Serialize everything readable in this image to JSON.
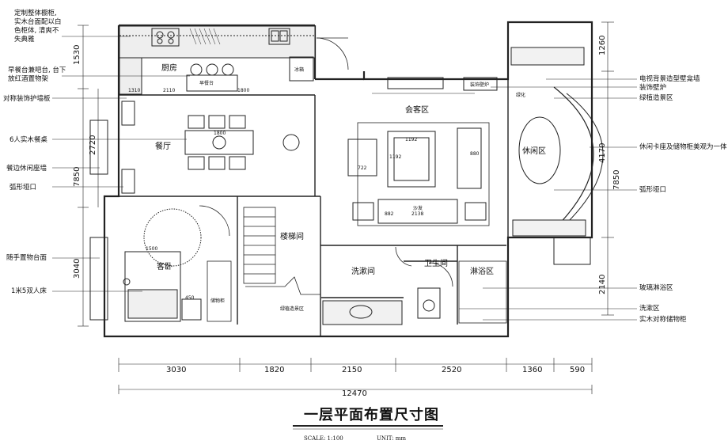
{
  "title": "一层平面布置尺寸图",
  "scale": {
    "scale_label": "SCALE: 1:100",
    "unit_label": "UNIT: mm"
  },
  "left_annotations": [
    "定制整体橱柜, 实木台面配以白色柜体, 清爽不失典雅",
    "早餐台兼吧台, 台下放红酒置物架",
    "对称装饰护墙板",
    "6人实木餐桌",
    "餐边休闲座墙",
    "弧形垭口",
    "随手置物台面",
    "1米5双人床"
  ],
  "right_annotations": [
    "电视背景造型壁龛墙",
    "装饰壁炉",
    "绿植造景区",
    "休闲卡座及储物柜美观为一体",
    "弧形垭口",
    "玻璃淋浴区",
    "洗漱区",
    "实木对称储物柜"
  ],
  "rooms": {
    "kitchen": "厨房",
    "dining": "餐厅",
    "living": "会客区",
    "leisure": "休闲区",
    "stairs": "楼梯间",
    "wash": "洗漱间",
    "bathroom": "卫生间",
    "shower": "淋浴区",
    "bedroom": "客卧"
  },
  "small_labels": {
    "fridge": "冰箱",
    "breakfast_bar": "早餐台",
    "fireplace": "装饰壁炉",
    "green": "绿化",
    "sofa": "沙发",
    "stair_storage": "储物柜",
    "stair_bottom": "绿植造景区"
  },
  "dimensions": {
    "left_vertical": [
      "1530",
      "2720",
      "7850",
      "3040"
    ],
    "right_vertical": [
      "1260",
      "4170",
      "7850",
      "2140"
    ],
    "bottom": [
      "3030",
      "1820",
      "2150",
      "2520",
      "1360",
      "590"
    ],
    "total": "12470",
    "interior": {
      "k1": "1310",
      "k2": "2110",
      "t1": "1800",
      "t2": "1800",
      "liv1": "1192",
      "liv2": "1192",
      "liv3": "722",
      "liv4": "880",
      "sofa": "2138",
      "sofa_d": "882",
      "bed_w": "1500",
      "bed_side": "450"
    }
  }
}
